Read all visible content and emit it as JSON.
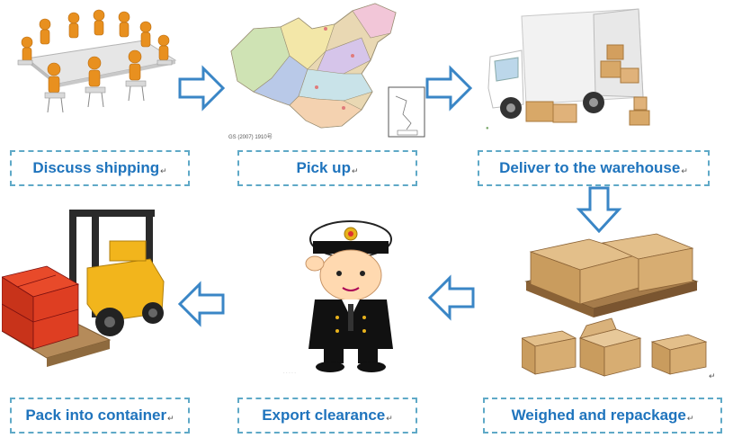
{
  "steps": [
    {
      "label": "Discuss shipping"
    },
    {
      "label": "Pick up"
    },
    {
      "label": "Deliver to the warehouse"
    },
    {
      "label": "Pack into container"
    },
    {
      "label": "Export clearance"
    },
    {
      "label": "Weighed and repackage"
    }
  ],
  "return_mark": "↵",
  "map_caption": "GS (2007) 1910号",
  "colors": {
    "label_text": "#1f74bd",
    "label_border": "#5fa9c7",
    "arrow_stroke": "#3a86c6",
    "arrow_fill": "#ffffff"
  },
  "icons": [
    "meeting-table-icon",
    "china-map-icon",
    "delivery-truck-icon",
    "forklift-icon",
    "customs-officer-icon",
    "cardboard-boxes-icon"
  ]
}
